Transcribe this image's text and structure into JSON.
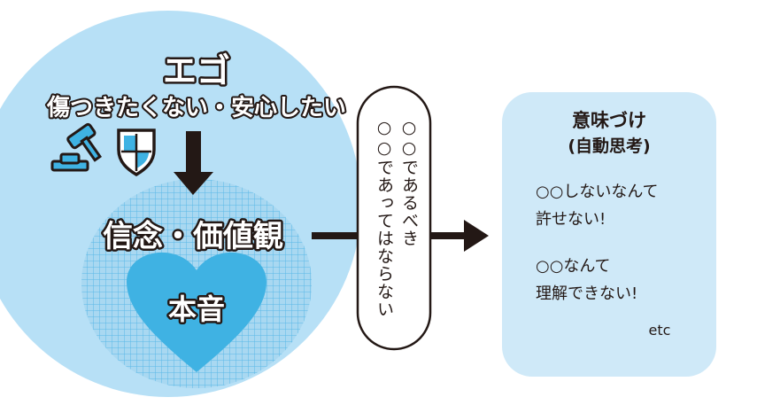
{
  "ego": {
    "title": "エゴ",
    "subtitle": "傷つきたくない・安心したい"
  },
  "values_label": "信念・価値観",
  "heart_label": "本音",
  "bubble": {
    "line1": "○○であるべき",
    "line2": "○○であってはならない"
  },
  "card": {
    "title": "意味づけ",
    "subtitle": "(自動思考)",
    "example1_line1": "○○しないなんて",
    "example1_line2": "許せない!",
    "example2_line1": "○○なんて",
    "example2_line2": "理解できない!",
    "etc": "etc"
  },
  "colors": {
    "circle": "#b7e0f6",
    "heart": "#3fb2e3",
    "card": "#cfe9f8",
    "ink": "#231815"
  },
  "icons": [
    "gavel-icon",
    "shield-icon",
    "arrow-down-icon",
    "arrow-right-icon"
  ]
}
